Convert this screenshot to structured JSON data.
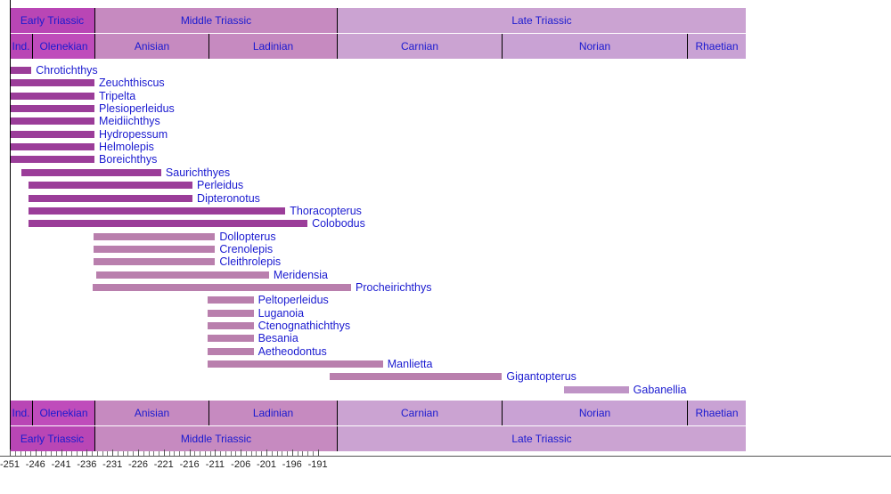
{
  "chart_data": {
    "type": "bar",
    "chart_kind": "stratigraphic-range-chart",
    "title": "",
    "xlabel": "",
    "ylabel": "",
    "xlim": [
      -251.5,
      -189.5
    ],
    "x_unit": "Ma",
    "grid": false,
    "legend_position": "none",
    "tick_labels": [
      "-251",
      "-246",
      "-241",
      "-236",
      "-231",
      "-226",
      "-221",
      "-216",
      "-211",
      "-206",
      "-201",
      "-196",
      "-191"
    ],
    "tick_values": [
      -251,
      -246,
      -241,
      -236,
      -231,
      -226,
      -221,
      -216,
      -211,
      -206,
      -201,
      -196,
      -191
    ],
    "categories": [
      "Chrotichthys",
      "Zeuchthiscus",
      "Tripelta",
      "Plesioperleidus",
      "Meidiichthys",
      "Hydropessum",
      "Helmolepis",
      "Boreichthys",
      "Saurichthyes",
      "Perleidus",
      "Dipteronotus",
      "Thoracopterus",
      "Colobodus",
      "Dollopterus",
      "Crenolepis",
      "Cleithrolepis",
      "Meridensia",
      "Procheirichthys",
      "Peltoperleidus",
      "Luganoia",
      "Ctenognathichthys",
      "Besania",
      "Aetheodontus",
      "Manlietta",
      "Gigantopterus",
      "Gabanellia"
    ],
    "ranges": [
      {
        "taxon": "Chrotichthys",
        "start": -251.0,
        "end": -246.8,
        "color": "#9b3d99"
      },
      {
        "taxon": "Zeuchthiscus",
        "start": -251.0,
        "end": -234.5,
        "color": "#9b3d99"
      },
      {
        "taxon": "Tripelta",
        "start": -251.0,
        "end": -234.5,
        "color": "#9b3d99"
      },
      {
        "taxon": "Plesioperleidus",
        "start": -251.0,
        "end": -234.5,
        "color": "#9b3d99"
      },
      {
        "taxon": "Meidiichthys",
        "start": -251.0,
        "end": -234.5,
        "color": "#9b3d99"
      },
      {
        "taxon": "Hydropessum",
        "start": -251.0,
        "end": -234.5,
        "color": "#9b3d99"
      },
      {
        "taxon": "Helmolepis",
        "start": -251.0,
        "end": -234.5,
        "color": "#9b3d99"
      },
      {
        "taxon": "Boreichthys",
        "start": -251.0,
        "end": -234.5,
        "color": "#9b3d99"
      },
      {
        "taxon": "Saurichthyes",
        "start": -248.7,
        "end": -221.5,
        "color": "#9b3d99"
      },
      {
        "taxon": "Perleidus",
        "start": -247.3,
        "end": -215.4,
        "color": "#9b3d99"
      },
      {
        "taxon": "Dipteronotus",
        "start": -247.3,
        "end": -215.4,
        "color": "#9b3d99"
      },
      {
        "taxon": "Thoracopterus",
        "start": -247.3,
        "end": -197.3,
        "color": "#9b3d99"
      },
      {
        "taxon": "Colobodus",
        "start": -247.3,
        "end": -193.0,
        "color": "#9b3d99"
      },
      {
        "taxon": "Dollopterus",
        "start": -234.7,
        "end": -211.0,
        "color": "#b97fad"
      },
      {
        "taxon": "Crenolepis",
        "start": -234.7,
        "end": -211.0,
        "color": "#b97fad"
      },
      {
        "taxon": "Cleithrolepis",
        "start": -234.7,
        "end": -211.0,
        "color": "#b97fad"
      },
      {
        "taxon": "Meridensia",
        "start": -234.2,
        "end": -200.5,
        "color": "#b97fad"
      },
      {
        "taxon": "Procheirichthys",
        "start": -234.9,
        "end": -184.5,
        "color": "#b97fad"
      },
      {
        "taxon": "Peltoperleidus",
        "start": -212.5,
        "end": -203.5,
        "color": "#b97fad"
      },
      {
        "taxon": "Luganoia",
        "start": -212.5,
        "end": -203.5,
        "color": "#b97fad"
      },
      {
        "taxon": "Ctenognathichthys",
        "start": -212.5,
        "end": -203.5,
        "color": "#b97fad"
      },
      {
        "taxon": "Besania",
        "start": -212.5,
        "end": -203.5,
        "color": "#b97fad"
      },
      {
        "taxon": "Aetheodontus",
        "start": -212.5,
        "end": -203.5,
        "color": "#b97fad"
      },
      {
        "taxon": "Manlietta",
        "start": -212.5,
        "end": -178.3,
        "color": "#b97fad"
      },
      {
        "taxon": "Gigantopterus",
        "start": -188.6,
        "end": -155.1,
        "color": "#b97fad"
      },
      {
        "taxon": "Gabanellia",
        "start": -143.1,
        "end": -130.4,
        "color": "#bf94c6"
      }
    ]
  },
  "timescale": {
    "epoch_row": {
      "row_name": "epoch",
      "cells": [
        {
          "label": "Early Triassic",
          "color": "#b946b5"
        },
        {
          "label": "Middle Triassic",
          "color": "#c68ac0"
        },
        {
          "label": "Late Triassic",
          "color": "#cba3d2"
        }
      ]
    },
    "stage_row": {
      "row_name": "stage",
      "cells": [
        {
          "label": "Ind.",
          "color": "#b946b5"
        },
        {
          "label": "Olenekian",
          "color": "#bf4cbb"
        },
        {
          "label": "Anisian",
          "color": "#c68ac0"
        },
        {
          "label": "Ladinian",
          "color": "#c68ac0"
        },
        {
          "label": "Carnian",
          "color": "#cba3d2"
        },
        {
          "label": "Norian",
          "color": "#c9a2d4"
        },
        {
          "label": "Rhaetian",
          "color": "#c9a2d4"
        }
      ]
    }
  },
  "colors": {
    "label_text": "#1a1ad0",
    "bar_dark": "#9b3d99",
    "bar_light": "#b97fad",
    "bar_pale": "#bf94c6",
    "axis": "#000000",
    "tick_text": "#222222"
  }
}
